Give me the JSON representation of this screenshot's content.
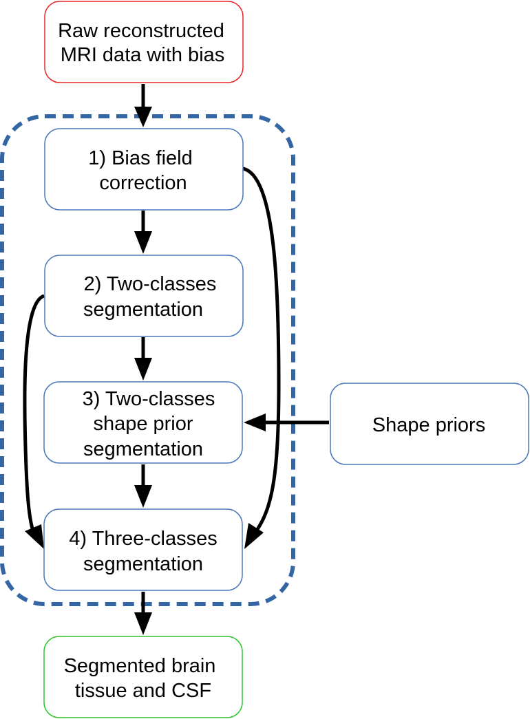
{
  "diagram": {
    "type": "flowchart",
    "colors": {
      "input_border": "#e8262a",
      "output_border": "#2fc42f",
      "step_border": "#4a78b8",
      "group_dash": "#3465a4",
      "arrow": "#000000"
    },
    "nodes": {
      "input": {
        "lines": [
          "Raw reconstructed",
          "MRI data with bias"
        ]
      },
      "step1": {
        "lines": [
          "1) Bias field",
          "correction"
        ]
      },
      "step2": {
        "lines": [
          "2) Two-classes",
          "segmentation"
        ]
      },
      "step3": {
        "lines": [
          "3) Two-classes",
          "shape prior",
          "segmentation"
        ]
      },
      "step4": {
        "lines": [
          "4) Three-classes",
          "segmentation"
        ]
      },
      "priors": {
        "lines": [
          "Shape priors"
        ]
      },
      "output": {
        "lines": [
          "Segmented brain",
          "tissue and CSF"
        ]
      }
    },
    "edges": [
      {
        "from": "input",
        "to": "step1"
      },
      {
        "from": "step1",
        "to": "step2"
      },
      {
        "from": "step2",
        "to": "step3"
      },
      {
        "from": "step3",
        "to": "step4"
      },
      {
        "from": "step4",
        "to": "output"
      },
      {
        "from": "priors",
        "to": "step3"
      },
      {
        "from": "step1",
        "to": "step4"
      },
      {
        "from": "step2",
        "to": "step4"
      }
    ]
  }
}
